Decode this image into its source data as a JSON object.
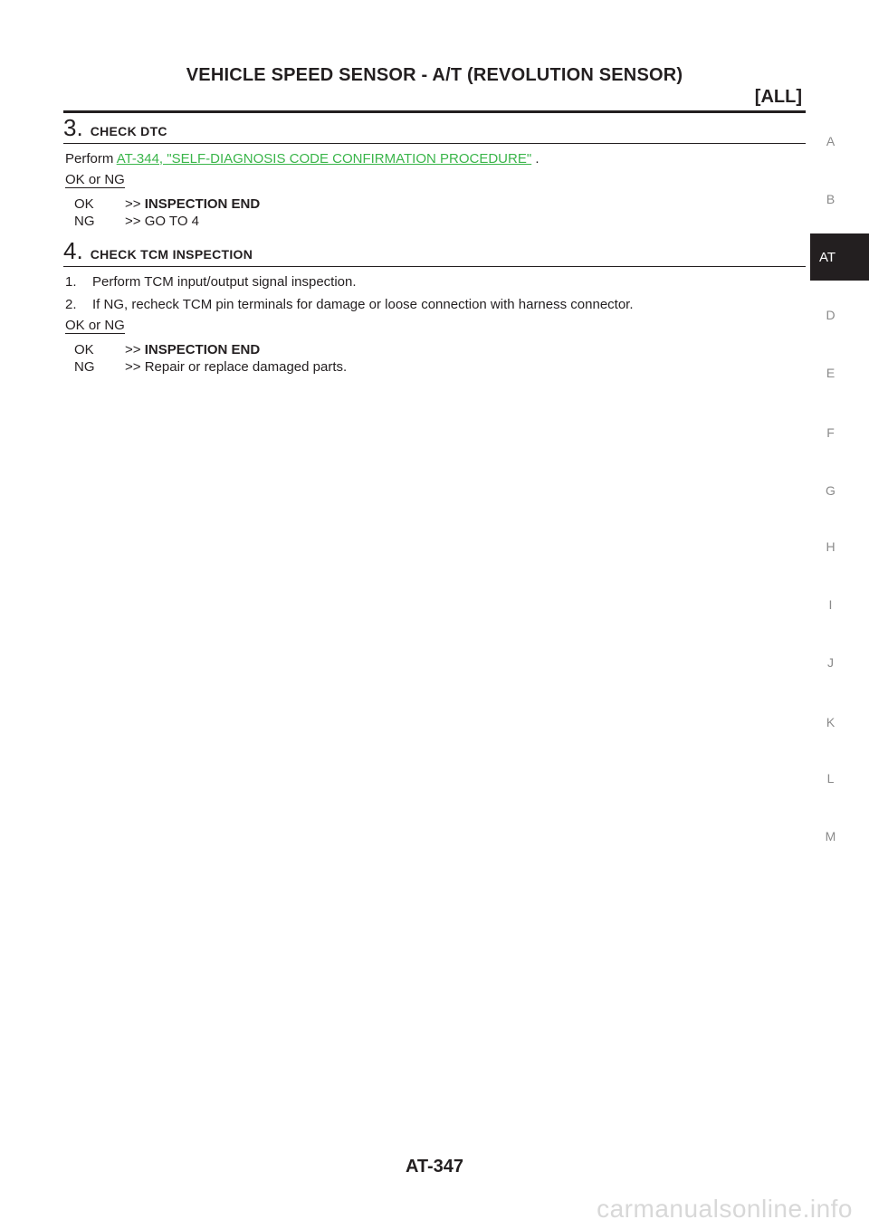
{
  "header": {
    "title": "VEHICLE SPEED SENSOR - A/T (REVOLUTION SENSOR)",
    "subtitle": "[ALL]"
  },
  "step3": {
    "number": "3",
    "title": "CHECK DTC",
    "perform_prefix": "Perform ",
    "link_text": "AT-344, \"SELF-DIAGNOSIS CODE CONFIRMATION PROCEDURE\"",
    "perform_suffix": " .",
    "okng_label": "OK or NG",
    "results": [
      {
        "key": "OK",
        "arrow": ">>",
        "value": "INSPECTION END"
      },
      {
        "key": "NG",
        "arrow": ">>",
        "value": "GO TO 4"
      }
    ]
  },
  "step4": {
    "number": "4",
    "title": "CHECK TCM INSPECTION",
    "items": [
      {
        "n": "1.",
        "text": "Perform TCM input/output signal inspection."
      },
      {
        "n": "2.",
        "text": "If NG, recheck TCM pin terminals for damage or loose connection with harness connector."
      }
    ],
    "okng_label": "OK or NG",
    "results": [
      {
        "key": "OK",
        "arrow": ">>",
        "value": "INSPECTION END"
      },
      {
        "key": "NG",
        "arrow": ">>",
        "value": "Repair or replace damaged parts."
      }
    ]
  },
  "side_nav": {
    "letters": [
      "A",
      "B",
      "AT",
      "D",
      "E",
      "F",
      "G",
      "H",
      "I",
      "J",
      "K",
      "L",
      "M"
    ],
    "active": "AT"
  },
  "footer": {
    "page_number": "AT-347",
    "watermark": "carmanualsonline.info"
  },
  "colors": {
    "link": "#3ab54a",
    "text": "#231f20",
    "side_letters": "#8a8a8a",
    "active_tab_bg": "#231f20"
  }
}
